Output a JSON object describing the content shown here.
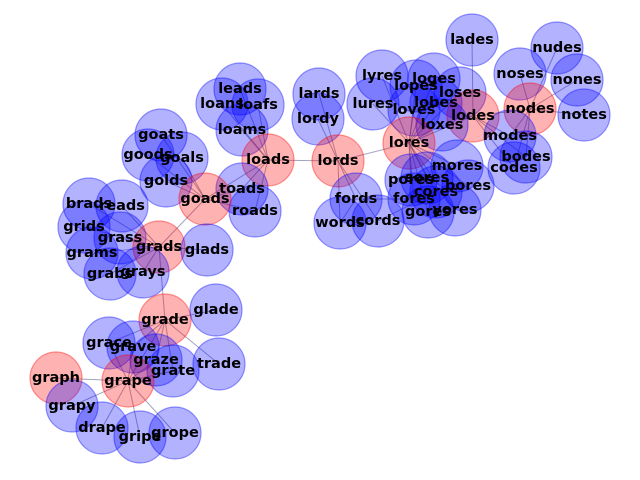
{
  "graph": {
    "colors": {
      "highlight": "#ff0000",
      "normal": "#0000ff"
    },
    "nodes": [
      {
        "id": "lades",
        "label": "lades",
        "group": "normal"
      },
      {
        "id": "nudes",
        "label": "nudes",
        "group": "normal"
      },
      {
        "id": "noses",
        "label": "noses",
        "group": "normal"
      },
      {
        "id": "nones",
        "label": "nones",
        "group": "normal"
      },
      {
        "id": "nodes",
        "label": "nodes",
        "group": "highlight"
      },
      {
        "id": "notes",
        "label": "notes",
        "group": "normal"
      },
      {
        "id": "lyres",
        "label": "lyres",
        "group": "normal"
      },
      {
        "id": "loges",
        "label": "loges",
        "group": "normal"
      },
      {
        "id": "lopes",
        "label": "lopes",
        "group": "normal"
      },
      {
        "id": "loses",
        "label": "loses",
        "group": "normal"
      },
      {
        "id": "lures",
        "label": "lures",
        "group": "normal"
      },
      {
        "id": "loves",
        "label": "loves",
        "group": "normal"
      },
      {
        "id": "lobes",
        "label": "lobes",
        "group": "normal"
      },
      {
        "id": "lodes",
        "label": "lodes",
        "group": "highlight"
      },
      {
        "id": "loxes",
        "label": "loxes",
        "group": "normal"
      },
      {
        "id": "lores",
        "label": "lores",
        "group": "highlight"
      },
      {
        "id": "modes",
        "label": "modes",
        "group": "normal"
      },
      {
        "id": "bodes",
        "label": "bodes",
        "group": "normal"
      },
      {
        "id": "mores",
        "label": "mores",
        "group": "normal"
      },
      {
        "id": "codes",
        "label": "codes",
        "group": "normal"
      },
      {
        "id": "sores",
        "label": "sores",
        "group": "normal"
      },
      {
        "id": "pores",
        "label": "pores",
        "group": "normal"
      },
      {
        "id": "cores",
        "label": "cores",
        "group": "normal"
      },
      {
        "id": "bores",
        "label": "bores",
        "group": "normal"
      },
      {
        "id": "fores",
        "label": "fores",
        "group": "normal"
      },
      {
        "id": "gores",
        "label": "gores",
        "group": "normal"
      },
      {
        "id": "yores",
        "label": "yores",
        "group": "normal"
      },
      {
        "id": "lards",
        "label": "lards",
        "group": "normal"
      },
      {
        "id": "lordy",
        "label": "lordy",
        "group": "normal"
      },
      {
        "id": "lords",
        "label": "lords",
        "group": "highlight"
      },
      {
        "id": "fords",
        "label": "fords",
        "group": "normal"
      },
      {
        "id": "words",
        "label": "words",
        "group": "normal"
      },
      {
        "id": "cords",
        "label": "cords",
        "group": "normal"
      },
      {
        "id": "leads",
        "label": "leads",
        "group": "normal"
      },
      {
        "id": "loans",
        "label": "loans",
        "group": "normal"
      },
      {
        "id": "loafs",
        "label": "loafs",
        "group": "normal"
      },
      {
        "id": "loams",
        "label": "loams",
        "group": "normal"
      },
      {
        "id": "loads",
        "label": "loads",
        "group": "highlight"
      },
      {
        "id": "toads",
        "label": "toads",
        "group": "normal"
      },
      {
        "id": "roads",
        "label": "roads",
        "group": "normal"
      },
      {
        "id": "goats",
        "label": "goats",
        "group": "normal"
      },
      {
        "id": "goods",
        "label": "goods",
        "group": "normal"
      },
      {
        "id": "goals",
        "label": "goals",
        "group": "normal"
      },
      {
        "id": "golds",
        "label": "golds",
        "group": "normal"
      },
      {
        "id": "goads",
        "label": "goads",
        "group": "highlight"
      },
      {
        "id": "brads",
        "label": "brads",
        "group": "normal"
      },
      {
        "id": "reads",
        "label": "reads",
        "group": "normal"
      },
      {
        "id": "grids",
        "label": "grids",
        "group": "normal"
      },
      {
        "id": "grass",
        "label": "grass",
        "group": "normal"
      },
      {
        "id": "grads",
        "label": "grads",
        "group": "highlight"
      },
      {
        "id": "glads",
        "label": "glads",
        "group": "normal"
      },
      {
        "id": "grams",
        "label": "grams",
        "group": "normal"
      },
      {
        "id": "grabs",
        "label": "grabs",
        "group": "normal"
      },
      {
        "id": "grays",
        "label": "grays",
        "group": "normal"
      },
      {
        "id": "grade",
        "label": "grade",
        "group": "highlight"
      },
      {
        "id": "glade",
        "label": "glade",
        "group": "normal"
      },
      {
        "id": "grace",
        "label": "grace",
        "group": "normal"
      },
      {
        "id": "grave",
        "label": "grave",
        "group": "normal"
      },
      {
        "id": "graze",
        "label": "graze",
        "group": "normal"
      },
      {
        "id": "grate",
        "label": "grate",
        "group": "normal"
      },
      {
        "id": "trade",
        "label": "trade",
        "group": "normal"
      },
      {
        "id": "graph",
        "label": "graph",
        "group": "highlight"
      },
      {
        "id": "grape",
        "label": "grape",
        "group": "highlight"
      },
      {
        "id": "grapy",
        "label": "grapy",
        "group": "normal"
      },
      {
        "id": "drape",
        "label": "drape",
        "group": "normal"
      },
      {
        "id": "gripe",
        "label": "gripe",
        "group": "normal"
      },
      {
        "id": "grope",
        "label": "grope",
        "group": "normal"
      }
    ],
    "edges": [
      [
        "graph",
        "grape"
      ],
      [
        "grape",
        "grapy"
      ],
      [
        "grape",
        "drape"
      ],
      [
        "grape",
        "gripe"
      ],
      [
        "grape",
        "grope"
      ],
      [
        "grape",
        "grace"
      ],
      [
        "grape",
        "grave"
      ],
      [
        "grape",
        "graze"
      ],
      [
        "grape",
        "grate"
      ],
      [
        "grape",
        "grade"
      ],
      [
        "grade",
        "glade"
      ],
      [
        "grade",
        "trade"
      ],
      [
        "grade",
        "grace"
      ],
      [
        "grade",
        "grave"
      ],
      [
        "grade",
        "graze"
      ],
      [
        "grade",
        "grate"
      ],
      [
        "grade",
        "grads"
      ],
      [
        "grads",
        "glads"
      ],
      [
        "grads",
        "grass"
      ],
      [
        "grads",
        "grams"
      ],
      [
        "grads",
        "grabs"
      ],
      [
        "grads",
        "grays"
      ],
      [
        "grads",
        "grids"
      ],
      [
        "grads",
        "brads"
      ],
      [
        "grads",
        "reads"
      ],
      [
        "grads",
        "goads"
      ],
      [
        "goads",
        "goats"
      ],
      [
        "goads",
        "goods"
      ],
      [
        "goads",
        "goals"
      ],
      [
        "goads",
        "golds"
      ],
      [
        "goads",
        "loads"
      ],
      [
        "goads",
        "toads"
      ],
      [
        "goads",
        "roads"
      ],
      [
        "loads",
        "leads"
      ],
      [
        "loads",
        "loans"
      ],
      [
        "loads",
        "loafs"
      ],
      [
        "loads",
        "loams"
      ],
      [
        "loads",
        "toads"
      ],
      [
        "loads",
        "roads"
      ],
      [
        "loads",
        "lords"
      ],
      [
        "lords",
        "lards"
      ],
      [
        "lords",
        "lordy"
      ],
      [
        "lords",
        "fords"
      ],
      [
        "lords",
        "words"
      ],
      [
        "lords",
        "cords"
      ],
      [
        "lords",
        "lores"
      ],
      [
        "lores",
        "lyres"
      ],
      [
        "lores",
        "lures"
      ],
      [
        "lores",
        "loves"
      ],
      [
        "lores",
        "lobes"
      ],
      [
        "lores",
        "lodes"
      ],
      [
        "lores",
        "loxes"
      ],
      [
        "lores",
        "loges"
      ],
      [
        "lores",
        "lopes"
      ],
      [
        "lores",
        "loses"
      ],
      [
        "lores",
        "mores"
      ],
      [
        "lores",
        "sores"
      ],
      [
        "lores",
        "pores"
      ],
      [
        "lores",
        "cores"
      ],
      [
        "lores",
        "bores"
      ],
      [
        "lores",
        "fores"
      ],
      [
        "lores",
        "gores"
      ],
      [
        "lores",
        "yores"
      ],
      [
        "lodes",
        "nodes"
      ],
      [
        "lodes",
        "modes"
      ],
      [
        "lodes",
        "bodes"
      ],
      [
        "lodes",
        "codes"
      ],
      [
        "lodes",
        "lades"
      ],
      [
        "nodes",
        "nudes"
      ],
      [
        "nodes",
        "noses"
      ],
      [
        "nodes",
        "nones"
      ],
      [
        "nodes",
        "notes"
      ],
      [
        "nodes",
        "modes"
      ],
      [
        "nodes",
        "bodes"
      ],
      [
        "nodes",
        "codes"
      ],
      [
        "fords",
        "fores"
      ],
      [
        "cords",
        "cores"
      ],
      [
        "words",
        "fords"
      ]
    ]
  }
}
